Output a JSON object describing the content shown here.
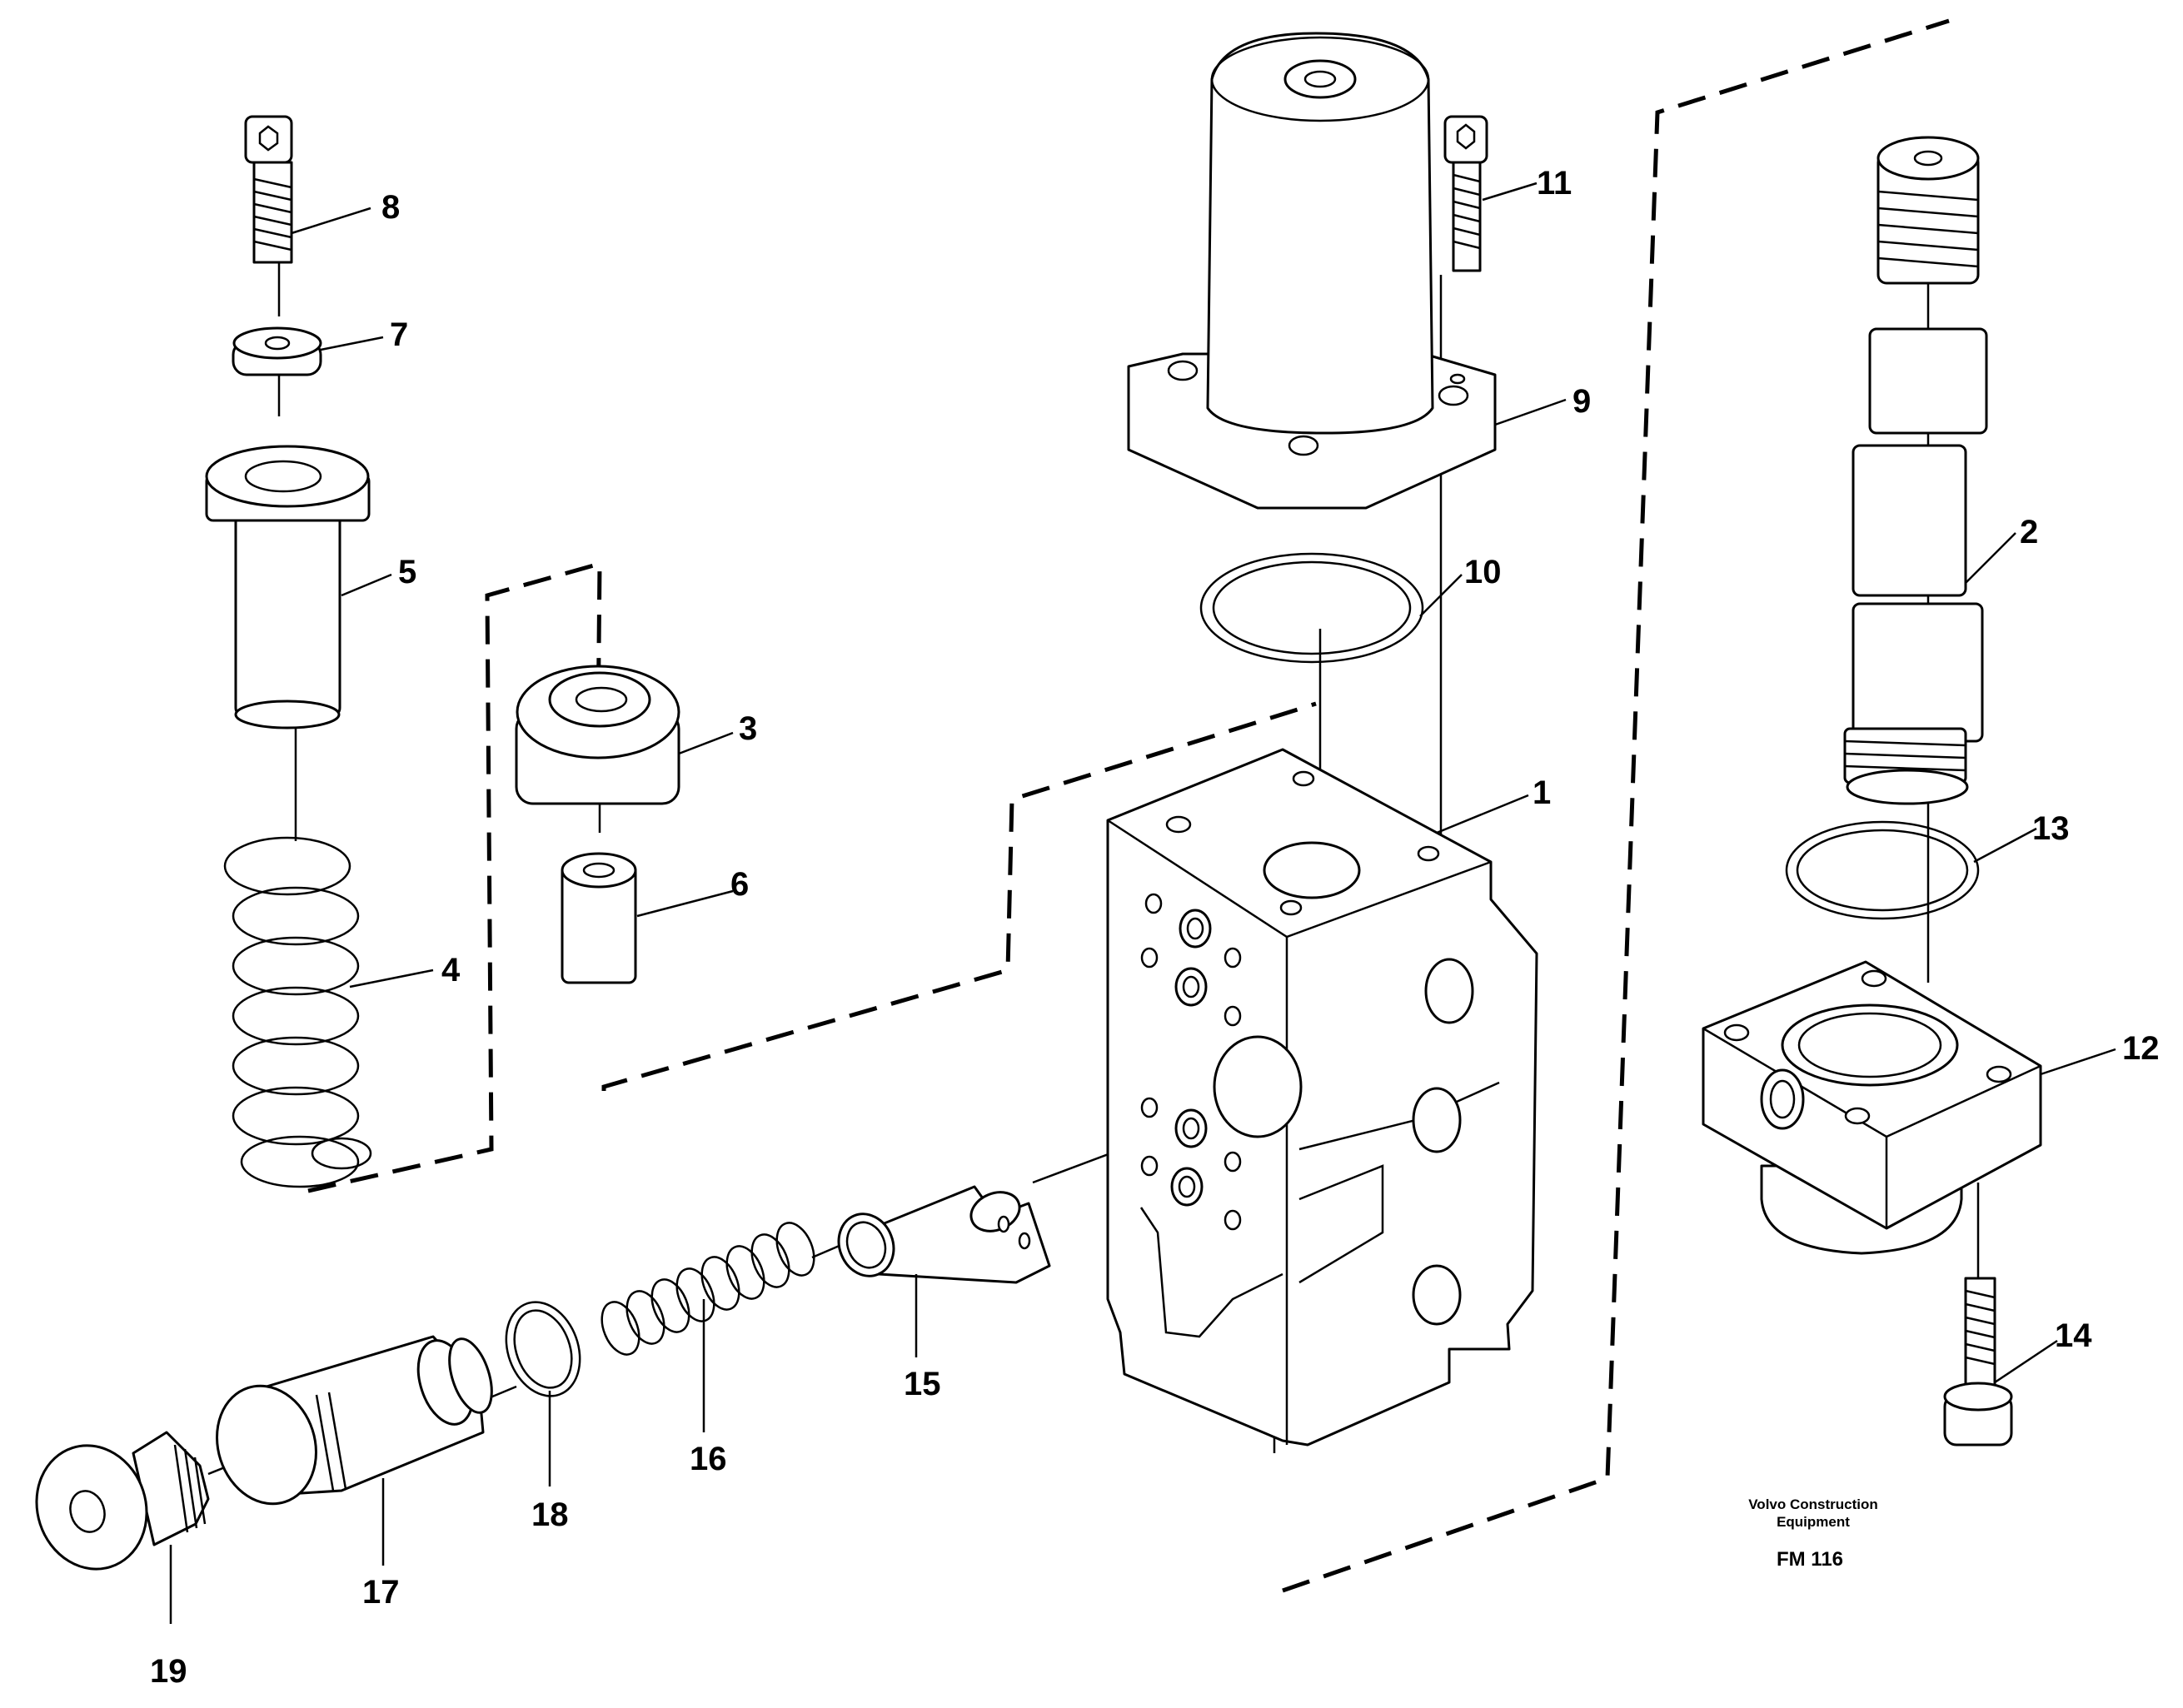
{
  "parts": [
    {
      "number": "1"
    },
    {
      "number": "2"
    },
    {
      "number": "3"
    },
    {
      "number": "4"
    },
    {
      "number": "5"
    },
    {
      "number": "6"
    },
    {
      "number": "7"
    },
    {
      "number": "8"
    },
    {
      "number": "9"
    },
    {
      "number": "10"
    },
    {
      "number": "11"
    },
    {
      "number": "12"
    },
    {
      "number": "13"
    },
    {
      "number": "14"
    },
    {
      "number": "15"
    },
    {
      "number": "16"
    },
    {
      "number": "17"
    },
    {
      "number": "18"
    },
    {
      "number": "19"
    }
  ],
  "footer": {
    "manufacturer_line1": "Volvo Construction",
    "manufacturer_line2": "Equipment",
    "code": "FM 116"
  }
}
